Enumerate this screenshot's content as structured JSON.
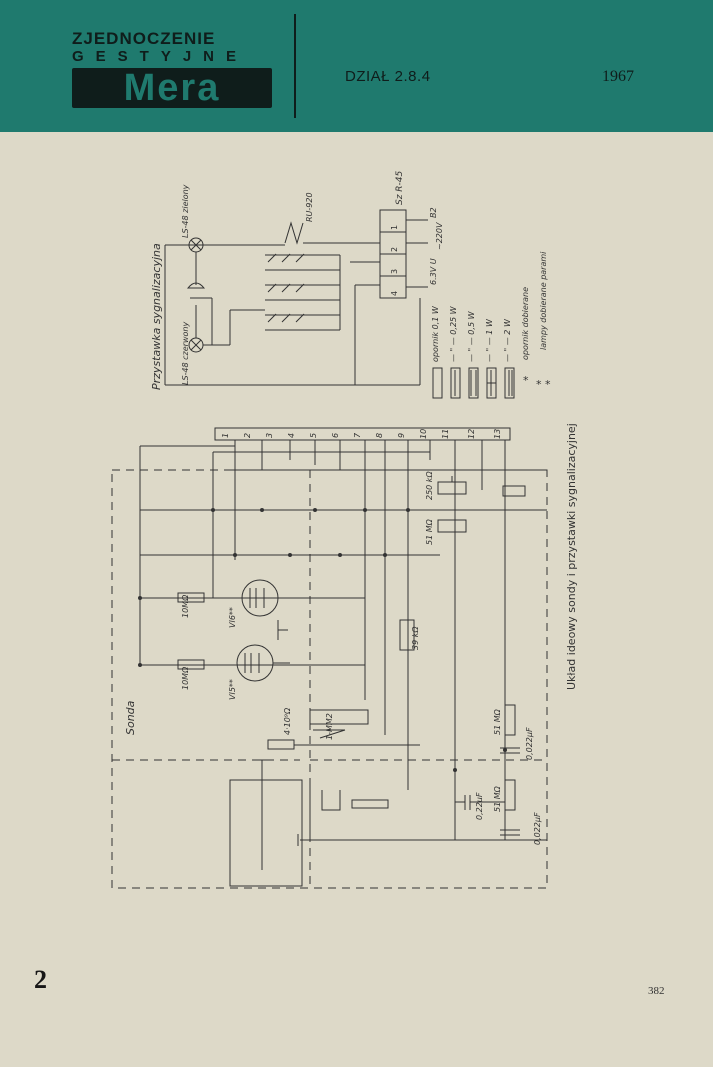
{
  "header": {
    "logo_line1": "ZJEDNOCZENIE",
    "logo_line2": "GESTYJNE",
    "logo_word": "Mera",
    "section": "DZIAŁ 2.8.4",
    "year": "1967"
  },
  "diagram": {
    "caption": "Układ ideowy sondy i przystawki sygnalizacyjnej",
    "attachment_label": "Przystawka sygnalizacyjna",
    "probe_label": "Sonda",
    "lamp_green": "LS-48 zielony",
    "lamp_red": "LS-48 czerwony",
    "relay_top": "RU-920",
    "switch_label": "Sz R-45",
    "switch_terminals": [
      "1",
      "2",
      "3",
      "4"
    ],
    "supply": [
      "B2",
      "~220V",
      "6.3V U"
    ],
    "terminals": [
      "1",
      "2",
      "3",
      "4",
      "5",
      "6",
      "7",
      "8",
      "9",
      "10",
      "11",
      "12",
      "13"
    ],
    "legend": [
      "opornik 0,1 W",
      "— \" — 0,25 W",
      "— \" — 0,5 W",
      "— \" — 1 W",
      "— \" — 2 W",
      "opornik dobierane",
      "lampy dobierane parami"
    ],
    "legend_marks": [
      "*",
      "* *"
    ],
    "components": {
      "pot": "250 kΩ",
      "r51_a": "51 MΩ",
      "r51_b": "51 MΩ",
      "r51_c": "51 MΩ",
      "cap_a": "0,022µF",
      "cap_b": "0,022µF",
      "cap_c": "0,22µF",
      "r_10m_a": "10MΩ",
      "r_10m_b": "10MΩ",
      "tube_a": "VI6**",
      "tube_b": "VI5**",
      "r_39k": "39 kΩ",
      "relay": "1-MM2",
      "r_4x10": "4·10⁹Ω"
    }
  },
  "footer": {
    "page_number": "2",
    "print_code": "382"
  }
}
